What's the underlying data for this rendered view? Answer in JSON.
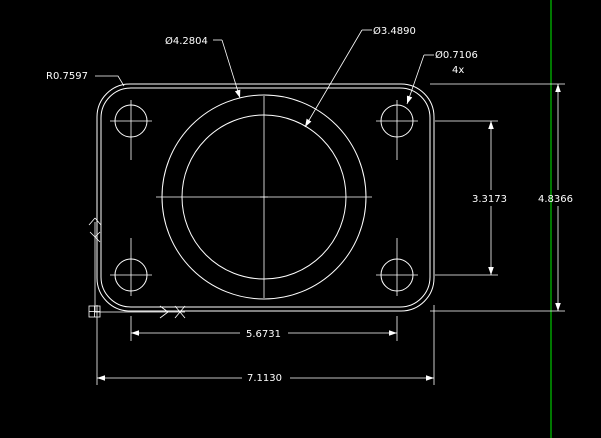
{
  "drawing": {
    "dimensions": {
      "fillet_radius": "R0.7597",
      "large_outer_diameter": "Ø4.2804",
      "large_inner_diameter": "Ø3.4890",
      "bolt_hole_diameter": "Ø0.7106",
      "bolt_hole_count": "4x",
      "hole_spacing_vertical": "3.3173",
      "overall_height": "4.8366",
      "hole_spacing_horizontal": "5.6731",
      "overall_width": "7.1130"
    },
    "colors": {
      "background": "#000000",
      "geometry": "#ffffff",
      "guide_line": "#00c800"
    }
  }
}
